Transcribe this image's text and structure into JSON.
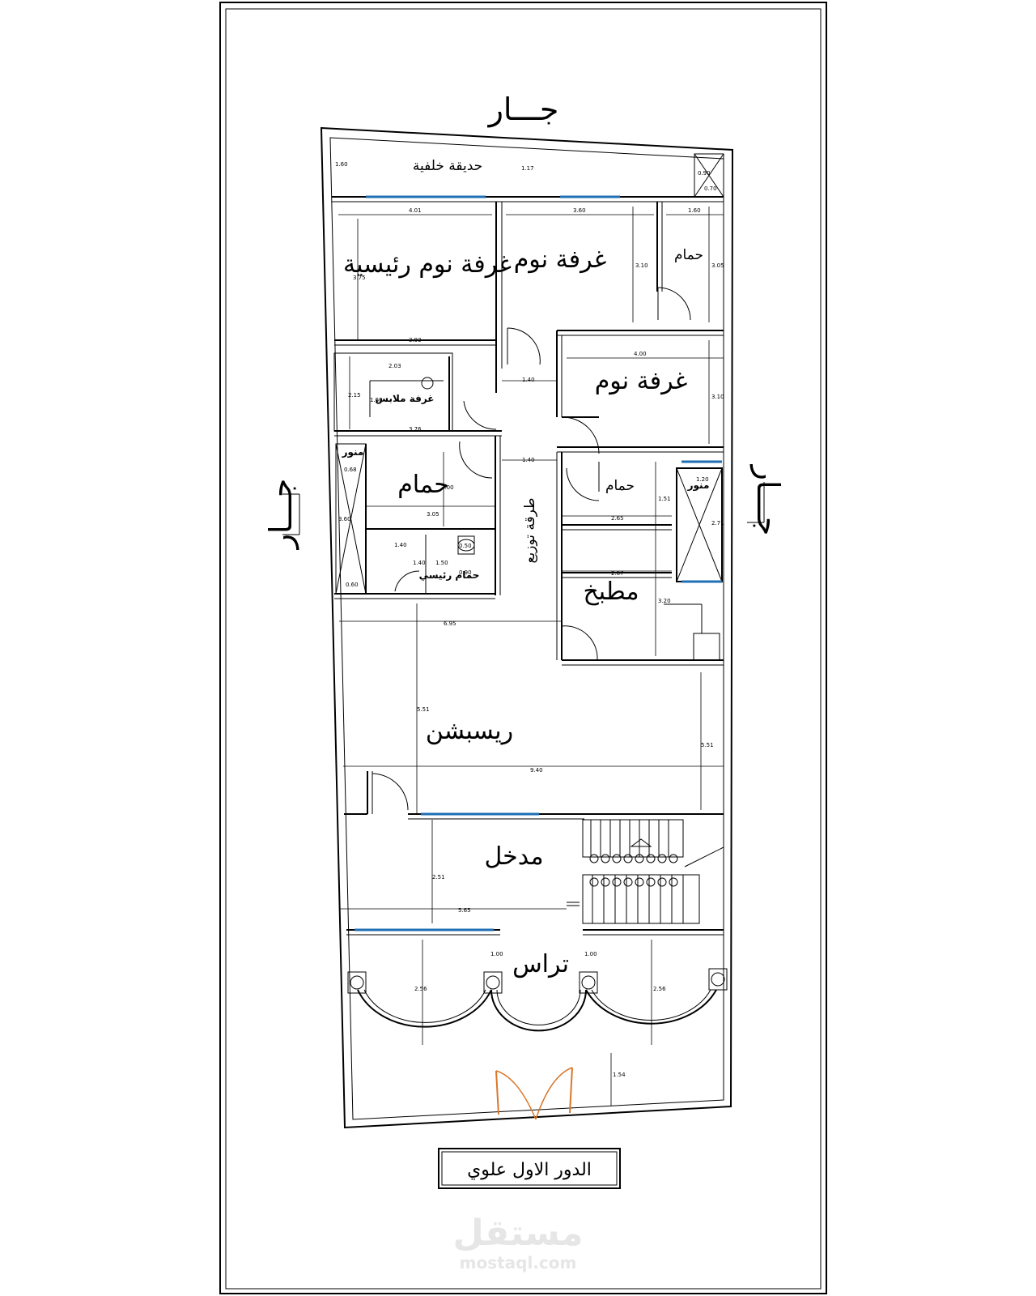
{
  "labels": {
    "neighbor_top": "جـــار",
    "neighbor_left": "جـــار",
    "neighbor_right": "جـــار",
    "back_garden": "حديقة خلفية",
    "master_bedroom": "غرفة نوم رئيسية",
    "bedroom_1": "غرفة نوم",
    "bedroom_2": "غرفة نوم",
    "bathroom_1": "حمام",
    "bathroom_2": "حمام",
    "bathroom_3": "حمام",
    "master_bathroom": "حمام رئيسي",
    "dressing_room": "غرفة ملابس",
    "shaft_1": "منور",
    "shaft_2": "منور",
    "corridor": "طرقة توزيع",
    "kitchen": "مطبخ",
    "reception": "ريسبشن",
    "entrance": "مدخل",
    "terrace": "تراس"
  },
  "dimensions": {
    "garden_h": "1.60",
    "garden_mid": "1.17",
    "shaft_w": "0.70",
    "shaft_h": "0.90",
    "master_w": "4.01",
    "bed1_w": "3.60",
    "bath1_w": "1.60",
    "master_h": "3.75",
    "bed1_h": "3.10",
    "bath1_h": "3.05",
    "master_bottom": "3.93",
    "bed2_w": "4.00",
    "bed2_h": "3.10",
    "corr_1": "1.40",
    "corr_2": "1.40",
    "dress_w": "2.03",
    "dress_h": "2.15",
    "dress_in": "1.60",
    "dress_bottom": "3.76",
    "shaft1_h": "0.68",
    "shaft1_b": "3.60",
    "shaft1_c": "0.60",
    "bath2_h": "2.00",
    "bath2_w": "3.05",
    "mb_1": "1.40",
    "mb_2": "1.40",
    "mb_3": "1.50",
    "mb_4": "0.50",
    "mb_5": "0.90",
    "bath3_w": "2.65",
    "bath3_h": "1.51",
    "shaft2_w": "1.20",
    "shaft2_h": "2.71",
    "kitchen_w": "2.67",
    "kitchen_h": "3.20",
    "rec_top": "6.95",
    "rec_h_left": "5.51",
    "rec_h_right": "5.51",
    "rec_w": "9.40",
    "entry_h": "2.51",
    "entry_w": "5.65",
    "ter_1": "1.00",
    "ter_2": "1.00",
    "ter_arc_l": "2.56",
    "ter_arc_r": "2.56",
    "ter_bottom": "1.54"
  },
  "title": "الدور الاول علوي",
  "watermark": {
    "arabic": "مستقل",
    "latin": "mostaql.com"
  },
  "colors": {
    "window": "#1f6fb5",
    "gate": "#d9772b",
    "watermark": "#e6e6e6"
  }
}
